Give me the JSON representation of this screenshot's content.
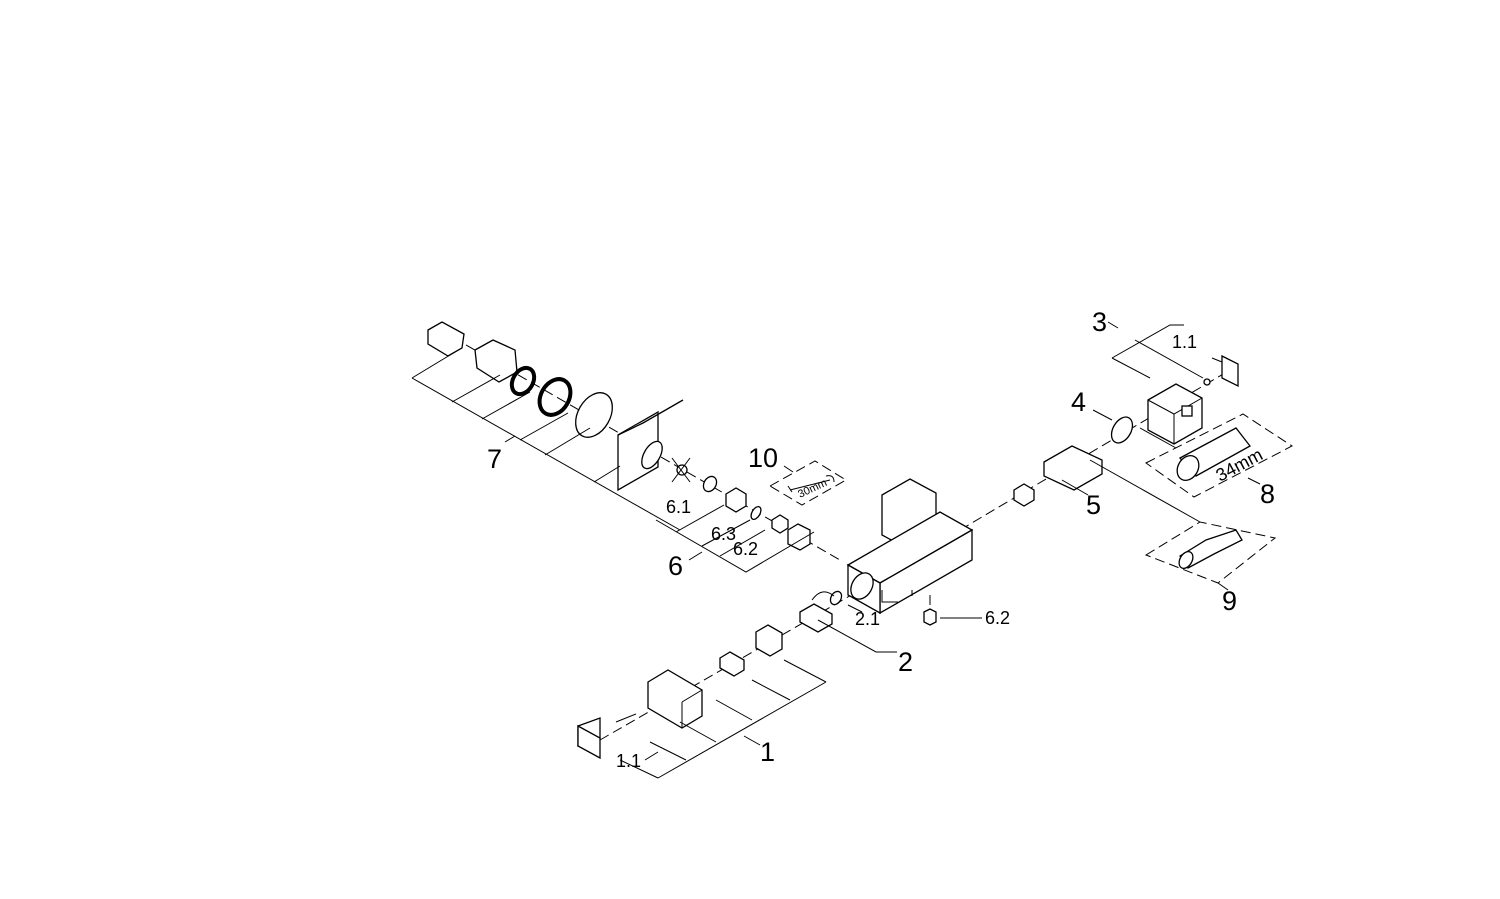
{
  "diagram": {
    "labels": {
      "p1": "1",
      "p1_1a": "1.1",
      "p1_1b": "1.1",
      "p2": "2",
      "p2_1": "2.1",
      "p3": "3",
      "p4": "4",
      "p5": "5",
      "p6": "6",
      "p6_1": "6.1",
      "p6_2a": "6.2",
      "p6_2b": "6.2",
      "p6_3": "6.3",
      "p7": "7",
      "p8": "8",
      "p9": "9",
      "p10": "10"
    },
    "dimensions": {
      "wrench": "30mm",
      "tool8": "34mm"
    }
  }
}
